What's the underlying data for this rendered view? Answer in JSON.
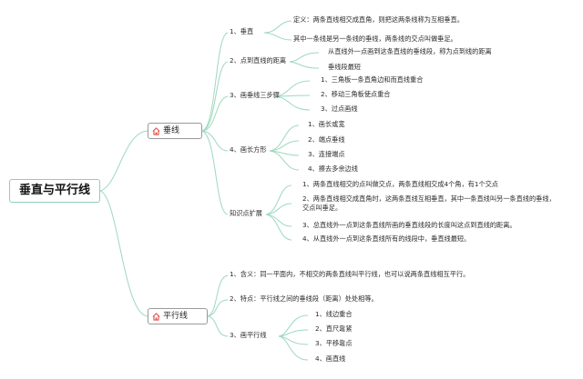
{
  "root": {
    "label": "垂直与平行线"
  },
  "branches": [
    {
      "label": "垂线",
      "icon": "home-icon",
      "children": [
        {
          "label": "1、垂直",
          "notes": [
            "定义：两条直线相交成直角，则把这两条线称为互相垂直。",
            "其中一条线是另一条线的垂线，两条线的交点叫做垂足。"
          ]
        },
        {
          "label": "2、点到直线的距离",
          "notes": [
            "从直线外一点画到这条直线的垂线段，称为点到线的距离",
            "垂线段最短"
          ]
        },
        {
          "label": "3、画垂线三步骤",
          "notes": [
            "1、三角板一条直角边和而直线重合",
            "2、移动三角板使点重合",
            "3、过点画线"
          ]
        },
        {
          "label": "4、画长方形",
          "notes": [
            "1、画长或宽",
            "2、端点垂线",
            "3、连接端点",
            "4、擦去多余边线"
          ]
        },
        {
          "label": "知识点扩展",
          "notes": [
            "1、两条直线相交的点叫做交点，两条直线相交成4个角，有1个交点",
            "2、两条直线相交成直角时，这两条直线互相垂直，其中一条直线叫另一条直线的垂线，交点叫垂足。",
            "3、总直线外一点到这条直线所画的垂直线段的长度叫这点到直线的距离。",
            "4、从直线外一点到这条直线所有的线段中，垂直线最短。"
          ]
        }
      ]
    },
    {
      "label": "平行线",
      "icon": "home-icon",
      "children": [
        {
          "label": "1、含义：同一平面内，不相交的两条直线叫平行线，也可以说两条直线相互平行。",
          "notes": []
        },
        {
          "label": "2、特点：平行线之间的垂线段（距离）处处相等。",
          "notes": []
        },
        {
          "label": "3、画平行线",
          "notes": [
            "1、线边重合",
            "2、直尺靠紧",
            "3、平移靠点",
            "4、画直线"
          ]
        }
      ]
    }
  ],
  "colors": {
    "connector": "#9dd8bf",
    "root_border": "#8fcfb3",
    "branch_border": "#9a9a9a",
    "icon": "#e0504b"
  }
}
